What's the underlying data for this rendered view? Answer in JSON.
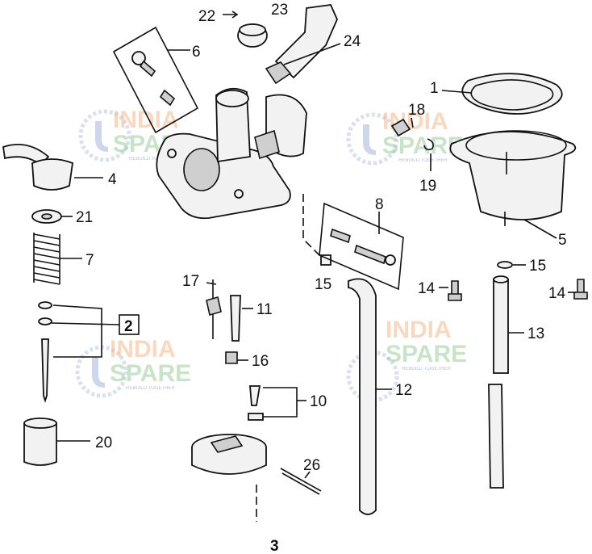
{
  "diagram": {
    "callouts": {
      "c1": "1",
      "c2": "2",
      "c3": "3",
      "c4": "4",
      "c5": "5",
      "c6": "6",
      "c7": "7",
      "c8": "8",
      "c10": "10",
      "c11": "11",
      "c12": "12",
      "c13": "13",
      "c14a": "14",
      "c14b": "14",
      "c15a": "15",
      "c15b": "15",
      "c16": "16",
      "c17": "17",
      "c18": "18",
      "c19": "19",
      "c20": "20",
      "c21": "21",
      "c22": "22",
      "c23": "23",
      "c24": "24",
      "c26": "26"
    },
    "watermark": {
      "line1": "INDIA",
      "line2": "SPARE",
      "tagline": "REBUILD TOGETHER"
    }
  }
}
